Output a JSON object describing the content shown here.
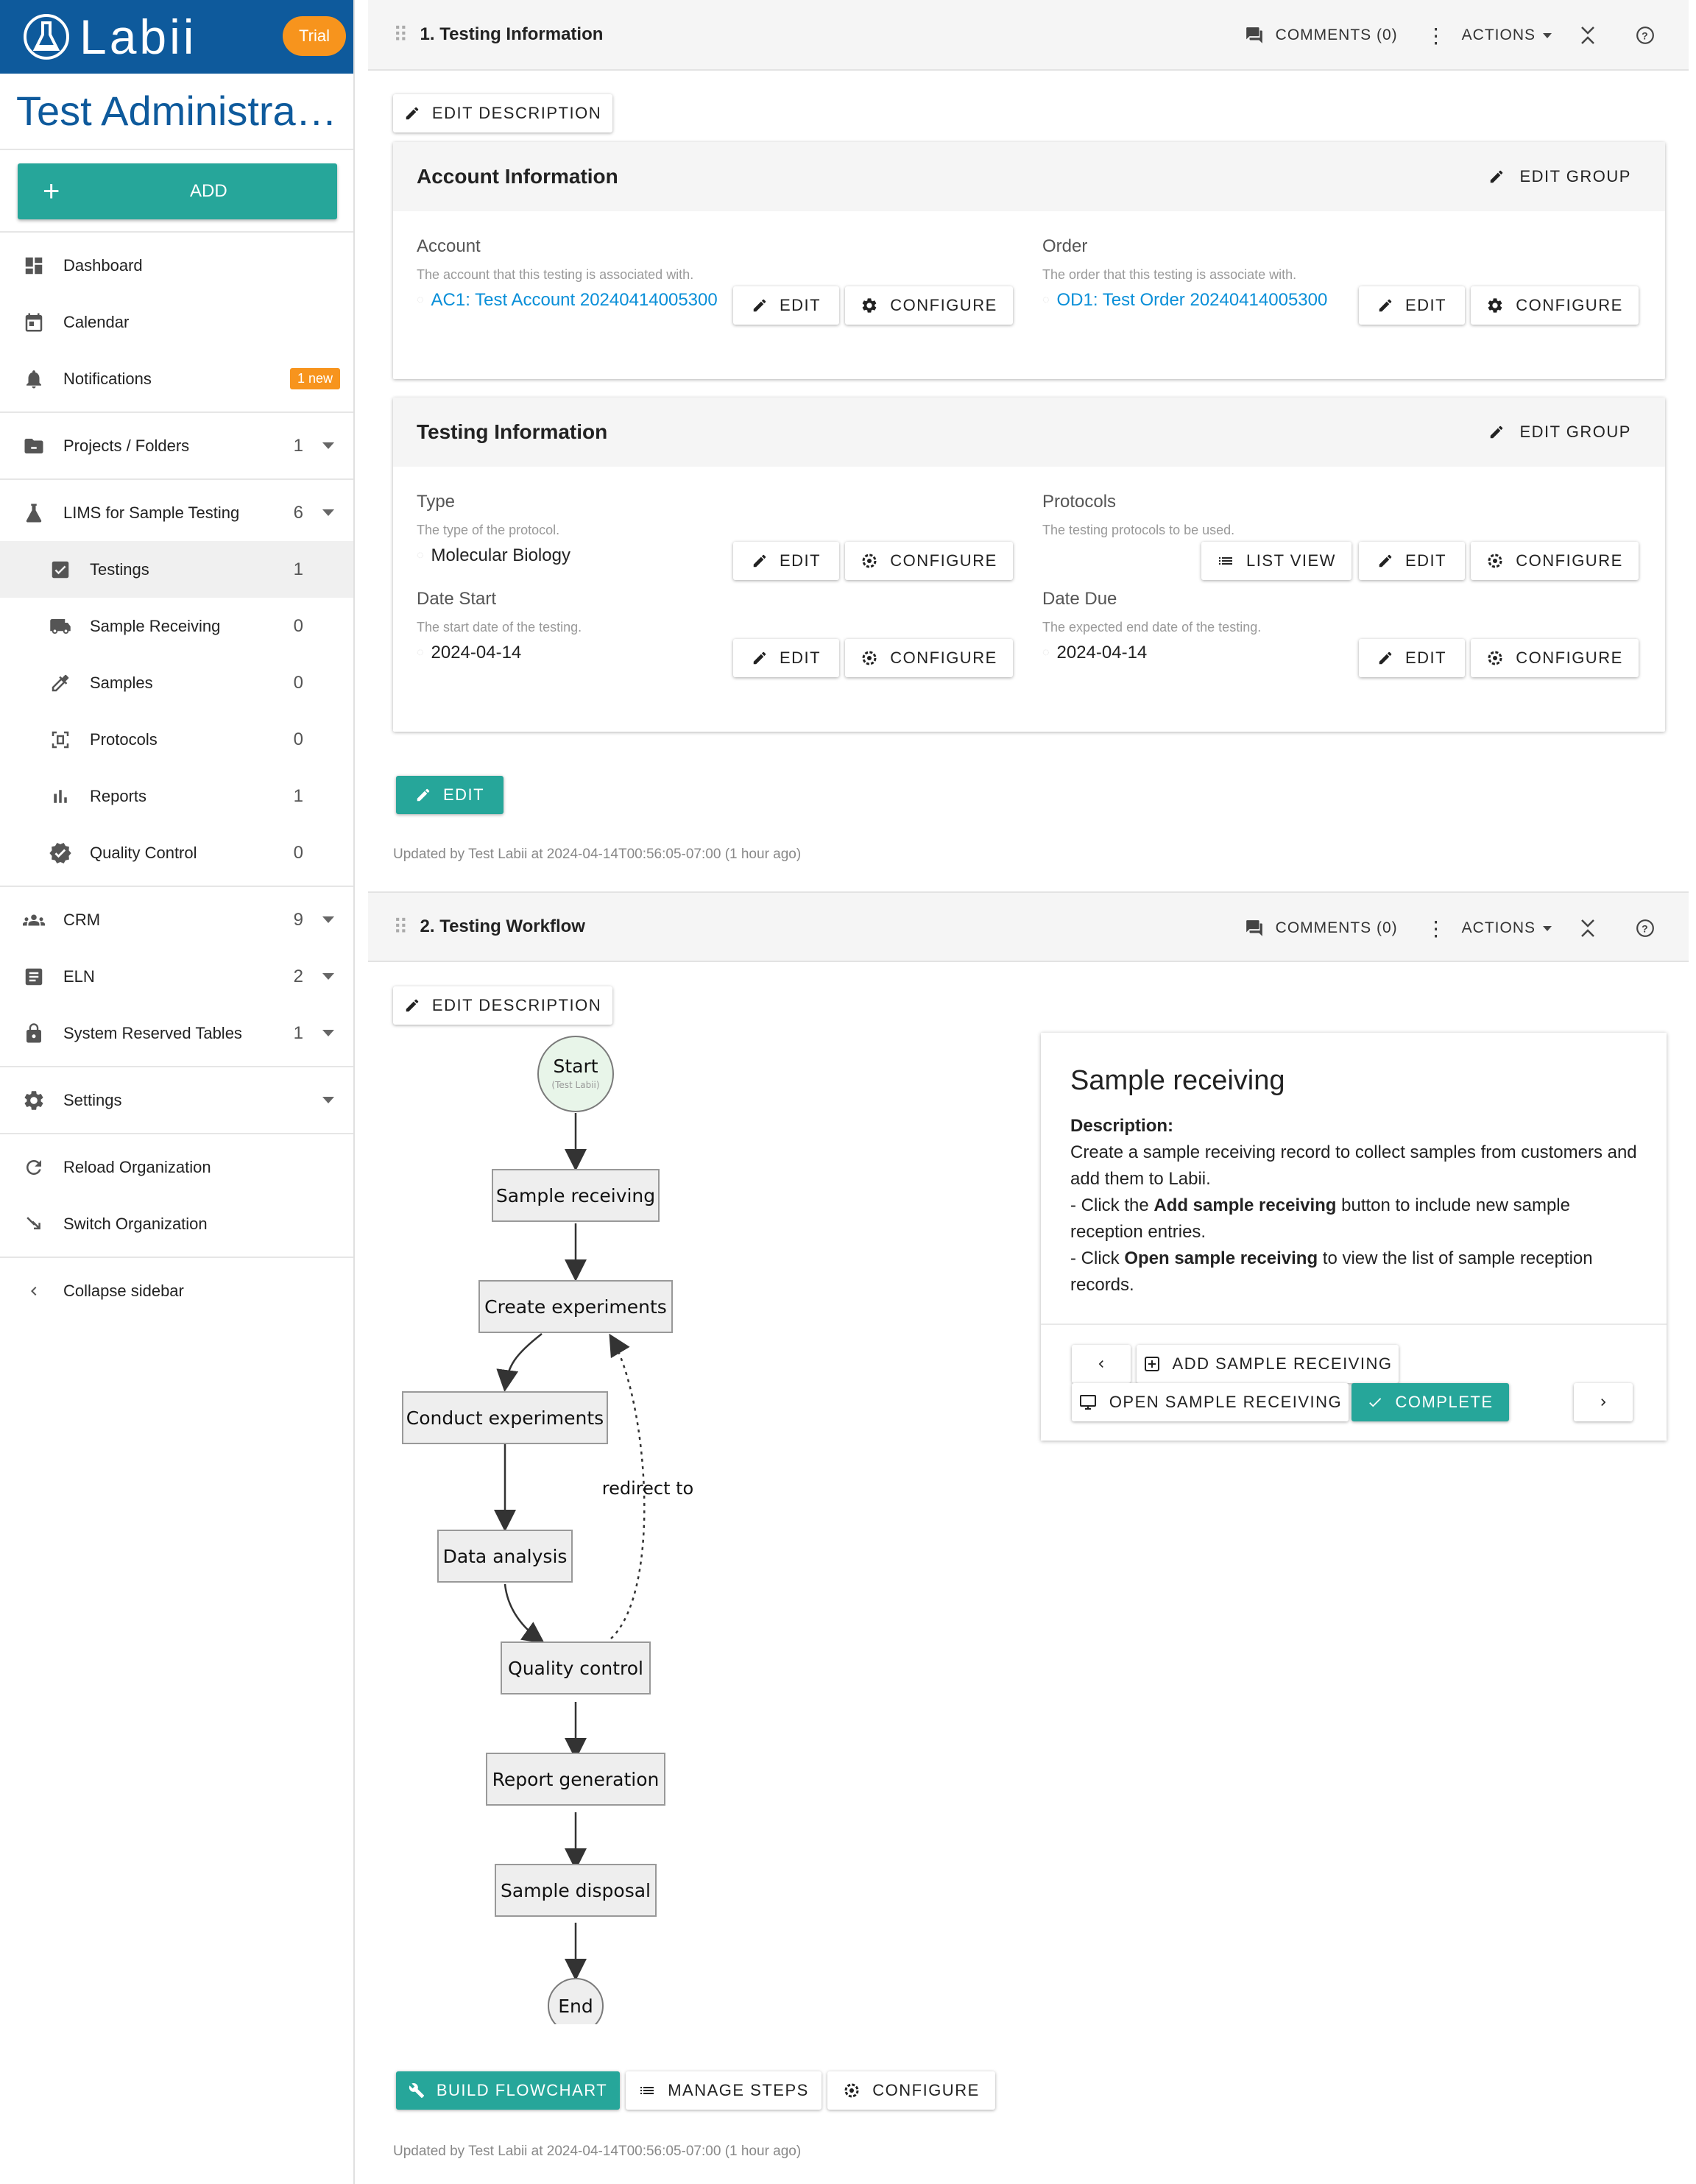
{
  "brand": {
    "logo_text": "Labii",
    "trial_badge": "Trial"
  },
  "sidebar": {
    "org_title": "Test Administrat…",
    "add_label": "ADD",
    "top_items": [
      {
        "label": "Dashboard"
      },
      {
        "label": "Calendar"
      },
      {
        "label": "Notifications",
        "badge": "1 new"
      }
    ],
    "projects": {
      "label": "Projects / Folders",
      "count": "1"
    },
    "lims": {
      "label": "LIMS for Sample Testing",
      "count": "6"
    },
    "lims_items": [
      {
        "label": "Testings",
        "count": "1"
      },
      {
        "label": "Sample Receiving",
        "count": "0"
      },
      {
        "label": "Samples",
        "count": "0"
      },
      {
        "label": "Protocols",
        "count": "0"
      },
      {
        "label": "Reports",
        "count": "1"
      },
      {
        "label": "Quality Control",
        "count": "0"
      }
    ],
    "other_groups": [
      {
        "label": "CRM",
        "count": "9"
      },
      {
        "label": "ELN",
        "count": "2"
      },
      {
        "label": "System Reserved Tables",
        "count": "1"
      }
    ],
    "settings": "Settings",
    "reload": "Reload Organization",
    "switch": "Switch Organization",
    "collapse": "Collapse sidebar"
  },
  "section1": {
    "title": "1. Testing Information",
    "comments": "COMMENTS (0)",
    "actions": "ACTIONS",
    "edit_description": "EDIT DESCRIPTION",
    "account_group": {
      "title": "Account Information",
      "edit_group": "EDIT GROUP",
      "account": {
        "label": "Account",
        "desc": "The account that this testing is associated with.",
        "value": "AC1: Test Account 20240414005300"
      },
      "order": {
        "label": "Order",
        "desc": "The order that this testing is associate with.",
        "value": "OD1: Test Order 20240414005300"
      }
    },
    "testing_group": {
      "title": "Testing Information",
      "edit_group": "EDIT GROUP",
      "type": {
        "label": "Type",
        "desc": "The type of the protocol.",
        "value": "Molecular Biology"
      },
      "protocols": {
        "label": "Protocols",
        "desc": "The testing protocols to be used.",
        "list_view": "LIST VIEW"
      },
      "date_start": {
        "label": "Date Start",
        "desc": "The start date of the testing.",
        "value": "2024-04-14"
      },
      "date_due": {
        "label": "Date Due",
        "desc": "The expected end date of the testing.",
        "value": "2024-04-14"
      }
    },
    "edit_label": "EDIT",
    "configure_label": "CONFIGURE",
    "edit_button": "EDIT",
    "updated": "Updated by Test Labii at 2024-04-14T00:56:05-07:00 (1 hour ago)"
  },
  "section2": {
    "title": "2. Testing Workflow",
    "comments": "COMMENTS (0)",
    "actions": "ACTIONS",
    "edit_description": "EDIT DESCRIPTION",
    "flow": {
      "start": "Start",
      "start_sub": "(Test Labii)",
      "steps": [
        "Sample receiving",
        "Create experiments",
        "Conduct experiments",
        "Data analysis",
        "Quality control",
        "Report generation",
        "Sample disposal"
      ],
      "redirect": "redirect to",
      "end": "End"
    },
    "step_card": {
      "title": "Sample receiving",
      "desc_label": "Description:",
      "line1": "Create a sample receiving record to collect samples from customers and add them to Labii.",
      "line2a": "- Click the ",
      "line2b": "Add sample receiving",
      "line2c": " button to include new sample reception entries.",
      "line3a": "- Click ",
      "line3b": "Open sample receiving",
      "line3c": " to view the list of sample reception records.",
      "add_btn": "ADD SAMPLE RECEIVING",
      "open_btn": "OPEN SAMPLE RECEIVING",
      "complete_btn": "COMPLETE"
    },
    "build_flowchart": "BUILD FLOWCHART",
    "manage_steps": "MANAGE STEPS",
    "configure": "CONFIGURE",
    "updated": "Updated by Test Labii at 2024-04-14T00:56:05-07:00 (1 hour ago)"
  },
  "colors": {
    "brand_blue": "#0e5a9c",
    "teal": "#26a69a",
    "orange": "#f7941d",
    "link": "#0a8fd8"
  }
}
